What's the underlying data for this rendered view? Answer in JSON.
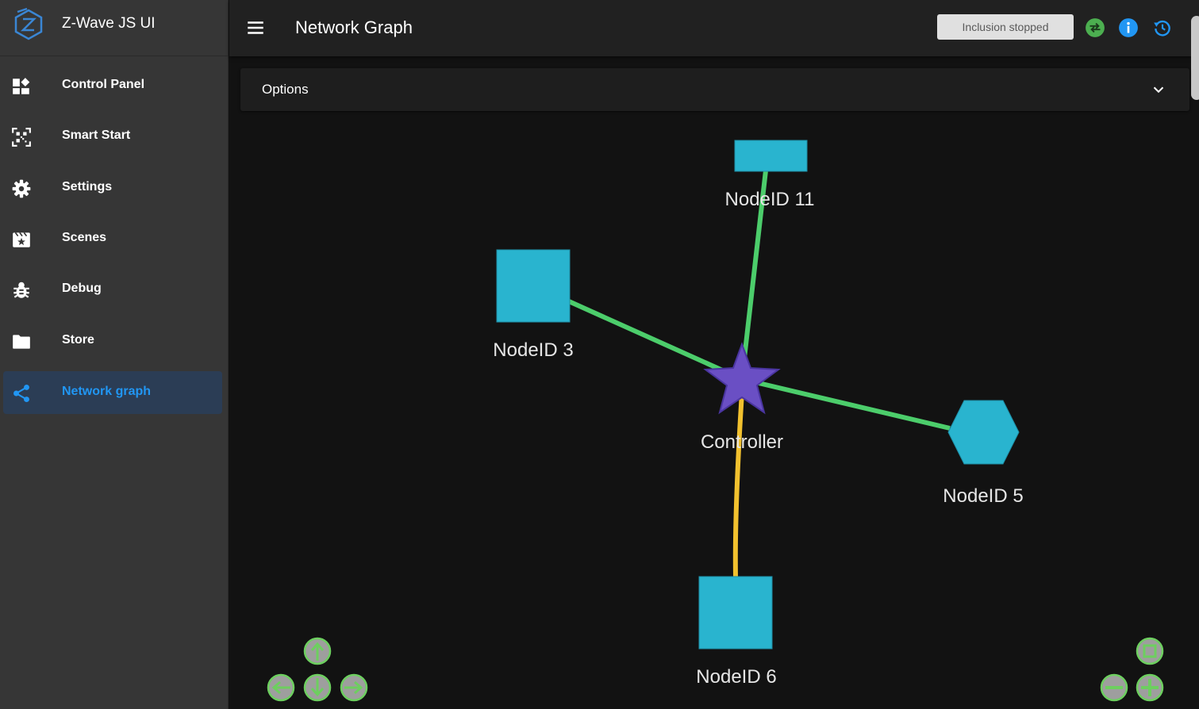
{
  "app": {
    "title": "Z-Wave JS UI"
  },
  "sidebar": {
    "items": [
      {
        "label": "Control Panel",
        "icon": "dashboard-icon"
      },
      {
        "label": "Smart Start",
        "icon": "qrcode-scan-icon"
      },
      {
        "label": "Settings",
        "icon": "gear-icon"
      },
      {
        "label": "Scenes",
        "icon": "movie-scene-icon"
      },
      {
        "label": "Debug",
        "icon": "bug-icon"
      },
      {
        "label": "Store",
        "icon": "folder-icon"
      },
      {
        "label": "Network graph",
        "icon": "share-network-icon",
        "active": true
      }
    ]
  },
  "header": {
    "title": "Network Graph",
    "inclusion_status": "Inclusion stopped",
    "icons": [
      "swap-horizontal-icon",
      "info-icon",
      "history-icon"
    ]
  },
  "options": {
    "label": "Options"
  },
  "graph": {
    "nodes": [
      {
        "id": "controller",
        "label": "Controller",
        "shape": "star"
      },
      {
        "id": "node11",
        "label": "NodeID 11",
        "shape": "box"
      },
      {
        "id": "node3",
        "label": "NodeID 3",
        "shape": "box"
      },
      {
        "id": "node5",
        "label": "NodeID 5",
        "shape": "hexagon"
      },
      {
        "id": "node6",
        "label": "NodeID 6",
        "shape": "box"
      }
    ],
    "edges": [
      {
        "from": "controller",
        "to": "node11",
        "color": "#4ccd6b"
      },
      {
        "from": "controller",
        "to": "node3",
        "color": "#4ccd6b"
      },
      {
        "from": "controller",
        "to": "node5",
        "color": "#4ccd6b"
      },
      {
        "from": "controller",
        "to": "node6",
        "color": "#f2c12e"
      }
    ],
    "colors": {
      "node": "#29b4cf",
      "controller": "#6a4fc4",
      "nav_button": "#6dcf5f"
    },
    "nav_buttons": [
      "arrow-up-icon",
      "arrow-left-icon",
      "arrow-down-icon",
      "arrow-right-icon",
      "fit-view-icon",
      "zoom-out-icon",
      "zoom-in-icon"
    ]
  }
}
